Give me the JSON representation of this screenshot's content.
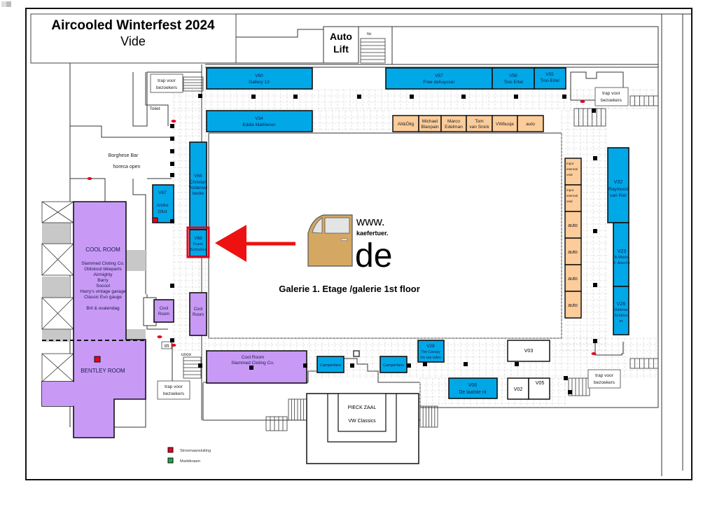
{
  "title": {
    "main": "Aircooled Winterfest 2024",
    "sub": "Vide"
  },
  "landmarks": {
    "auto_lift_line1": "Auto",
    "auto_lift_line2": "Lift",
    "nu": "nu",
    "toilet": "Toilet",
    "bar_name": "Borghese Bar",
    "bar_status": "horeca open",
    "stairs_label_line1": "trap voor",
    "stairs_label_line2": "bezoekers",
    "lift": "lift",
    "unox": "unox",
    "pieck_zaal": "PIECK ZAAL",
    "pieck_zaal_sub": "VW Classics",
    "gallery_label": "Galerie 1. Etage /galerie 1st floor"
  },
  "sponsor": {
    "www": "www.",
    "domain": "kaefertuer.",
    "tld": "de",
    "door_color": "#d4a862"
  },
  "cool_room": {
    "title": "COOL ROOM",
    "exhibitors": [
      "Slammed Cloting Co.",
      "Oldskool bikeparts",
      "Airmighty",
      "Barry",
      "Socool",
      "Harry's vintage garage",
      "Classic Evo gauge"
    ],
    "extra": "Bril & ovalendag"
  },
  "bentley_room": {
    "title": "BENTLEY ROOM"
  },
  "stands": {
    "v60": {
      "code": "V60",
      "name": "Gallery 13"
    },
    "v34": {
      "code": "V34",
      "name": "Eddie Mathlener"
    },
    "v57": {
      "code": "V57",
      "name": "Free dehuysser"
    },
    "v56": {
      "code": "V56",
      "name": "Tino Ertel"
    },
    "v55": {
      "code": "V55",
      "name": "Tino Ertel"
    },
    "v66": {
      "code": "V66",
      "name1": "Christian",
      "name2": "Vorderwul",
      "name3": "becke"
    },
    "v67": {
      "code": "V67",
      "name1": "Andre",
      "name2": "Glist"
    },
    "v68": {
      "code": "V68",
      "name1": "Frank",
      "name2": "Schneller"
    },
    "v32": {
      "code": "V32",
      "name1": "Raymund",
      "name2": "van Riel"
    },
    "v23": {
      "code": "V23",
      "name1": "B-Works",
      "name2": "F. Assche"
    },
    "v26": {
      "code": "V26",
      "name1": "Dietmar",
      "name2": "Schlöss",
      "name3": "er"
    },
    "v28": {
      "code": "V28",
      "name1": "The Canopy",
      "name2": "Iris van Uden"
    },
    "v06": {
      "code": "V06",
      "name": "De laatste rit"
    },
    "v03": {
      "code": "V03"
    },
    "v02": {
      "code": "V02"
    },
    "v05": {
      "code": "V05"
    },
    "cool_room_small_1": {
      "line1": "Cool",
      "line2": "Room"
    },
    "cool_room_small_2": {
      "line1": "Cool",
      "line2": "Room"
    },
    "cool_room_bottom": {
      "line1": "Cool Room",
      "line2": "Slammed Cloting Co."
    },
    "camperfans_1": {
      "name": "Camperfans"
    },
    "camperfans_2": {
      "name": "Camperfans"
    }
  },
  "market_stalls_top": [
    {
      "line1": "Alt&Ölig",
      "line2": ""
    },
    {
      "line1": "Michael",
      "line2": "Blanpain"
    },
    {
      "line1": "Marco",
      "line2": "Edelman"
    },
    {
      "line1": "Tom",
      "line2": "van Snick"
    },
    {
      "line1": "VWbusje",
      "line2": ""
    },
    {
      "line1": "auto",
      "line2": ""
    }
  ],
  "market_stalls_right": [
    {
      "line1": "Input",
      "line2": "internati",
      "line3": "onal"
    },
    {
      "line1": "Input",
      "line2": "internati",
      "line3": "onal"
    },
    {
      "line1": "auto"
    },
    {
      "line1": "auto"
    },
    {
      "line1": "auto"
    },
    {
      "line1": "auto"
    }
  ],
  "legend": {
    "items": [
      {
        "label": "Stroomaansluiting",
        "color": "#e8001c"
      },
      {
        "label": "Marktkraam",
        "color": "#1aa84a"
      }
    ]
  },
  "colors": {
    "stand_blue": "#00a8e8",
    "stand_orange": "#fccc9a",
    "stand_purple": "#c89af5",
    "arrow_red": "#ee1111",
    "highlight_red": "#e8001c"
  }
}
